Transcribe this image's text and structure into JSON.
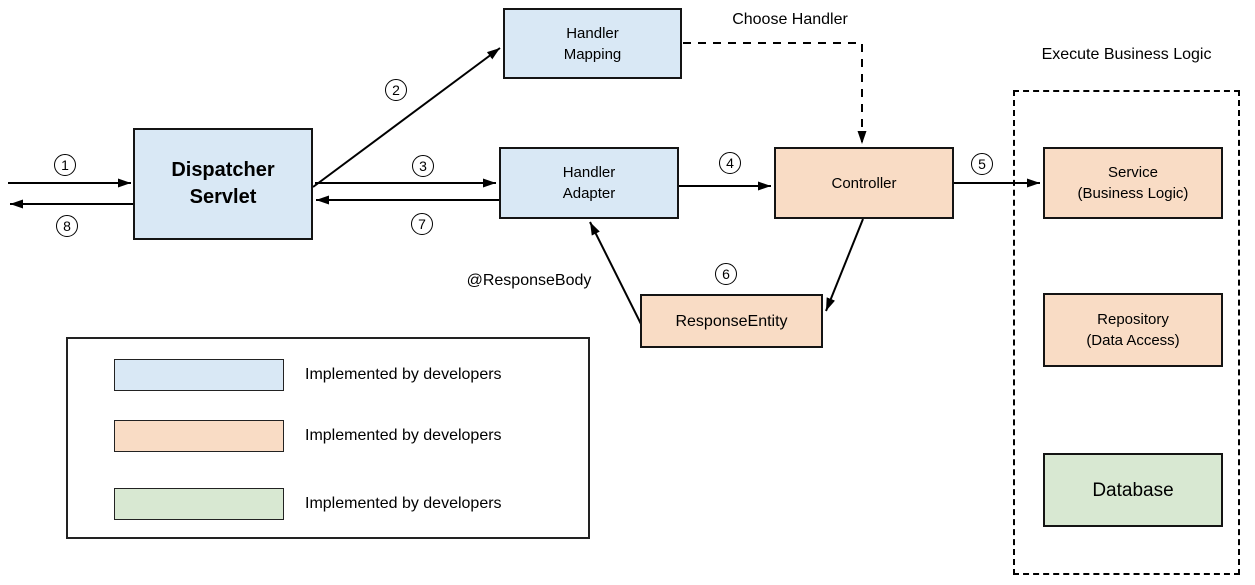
{
  "title": "Spring MVC request flow diagram",
  "colors": {
    "box_blue": "#d9e8f5",
    "box_peach": "#f9dcc5",
    "box_green": "#d8e8d2",
    "stroke": "#000000"
  },
  "nodes": {
    "dispatcher_servlet": "Dispatcher\nServlet",
    "handler_mapping": "Handler\nMapping",
    "handler_adapter": "Handler\nAdapter",
    "controller": "Controller",
    "response_entity": "ResponseEntity",
    "service": "Service\n(Business Logic)",
    "repository": "Repository\n(Data Access)",
    "database": "Database"
  },
  "annotations": {
    "choose_handler": "Choose Handler",
    "response_body": "@ResponseBody",
    "execute_business_logic": "Execute Business Logic"
  },
  "steps": [
    "1",
    "2",
    "3",
    "4",
    "5",
    "6",
    "7",
    "8"
  ],
  "legend": {
    "items": [
      {
        "color": "#d9e8f5",
        "label": "Implemented by developers"
      },
      {
        "color": "#f9dcc5",
        "label": "Implemented by developers"
      },
      {
        "color": "#d8e8d2",
        "label": "Implemented by developers"
      }
    ]
  }
}
